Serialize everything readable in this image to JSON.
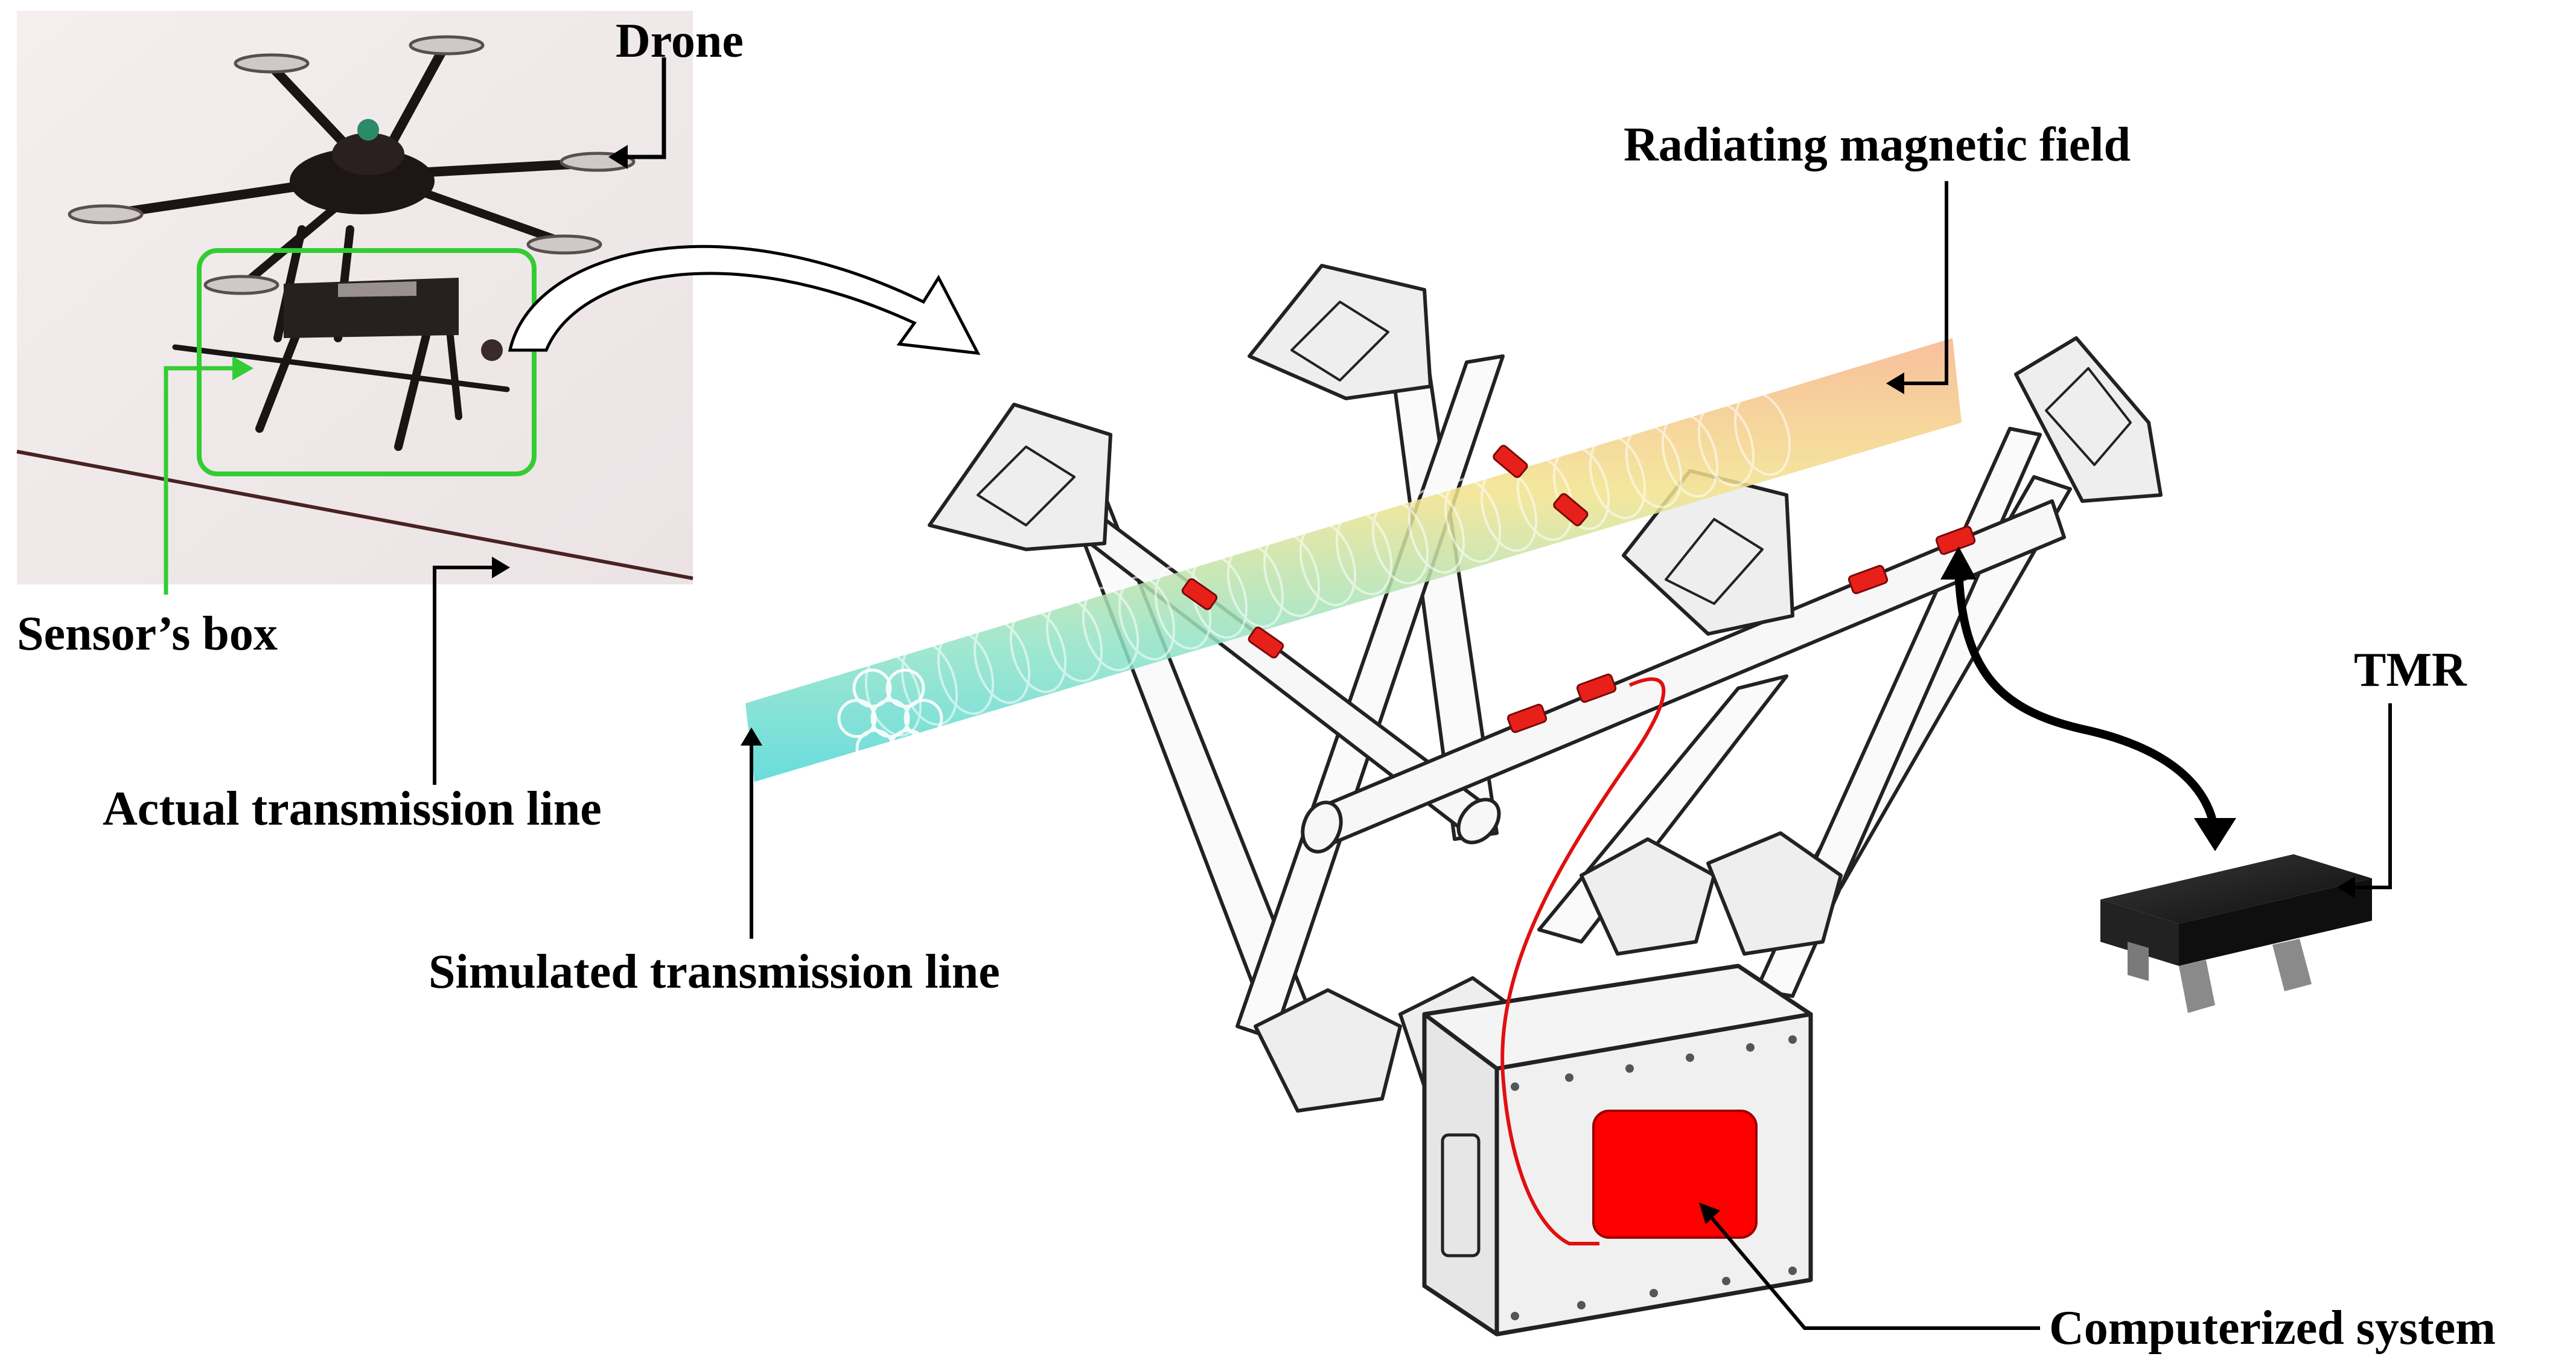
{
  "labels": {
    "drone": "Drone",
    "sensors_box": "Sensor’s box",
    "actual_line": "Actual transmission line",
    "simulated_line": "Simulated transmission line",
    "magnetic_field": "Radiating magnetic field",
    "tmr": "TMR",
    "computerized_system": "Computerized system"
  },
  "colors": {
    "highlight_box": "#33cc33",
    "sensor_marker": "#e8201a",
    "cable": "#e01010",
    "field_warm": "#f6a060",
    "field_cool": "#58d8d0",
    "arrow": "#000000"
  }
}
